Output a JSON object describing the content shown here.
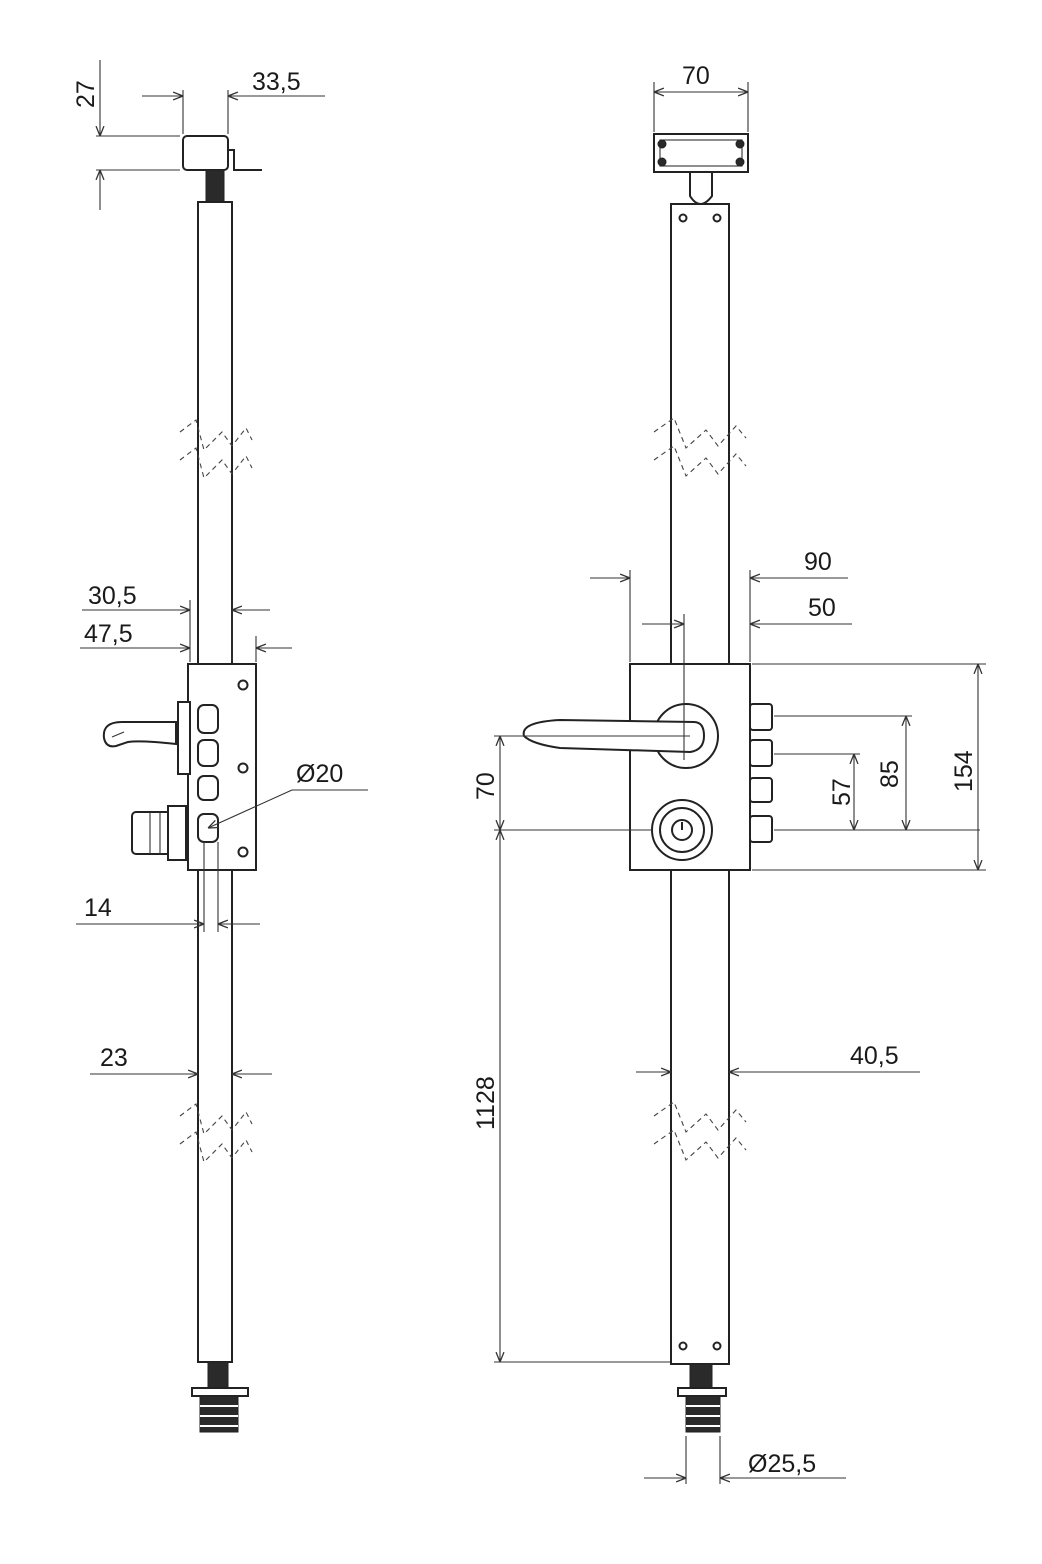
{
  "dimensions": {
    "left_top_height": "27",
    "left_top_width": "33,5",
    "left_case_width_a": "30,5",
    "left_case_width_b": "47,5",
    "left_cylinder_diameter": "Ø20",
    "left_offset_14": "14",
    "left_rod_width": "23",
    "right_top_width": "70",
    "right_case_width": "90",
    "right_backset": "50",
    "right_handle_to_cylinder": "70",
    "right_bolt_57": "57",
    "right_bolt_85": "85",
    "right_case_height": "154",
    "right_rod_width": "40,5",
    "right_rod_length": "1128",
    "right_bottom_diameter": "Ø25,5"
  },
  "colors": {
    "ink": "#222222",
    "paper": "#ffffff"
  }
}
